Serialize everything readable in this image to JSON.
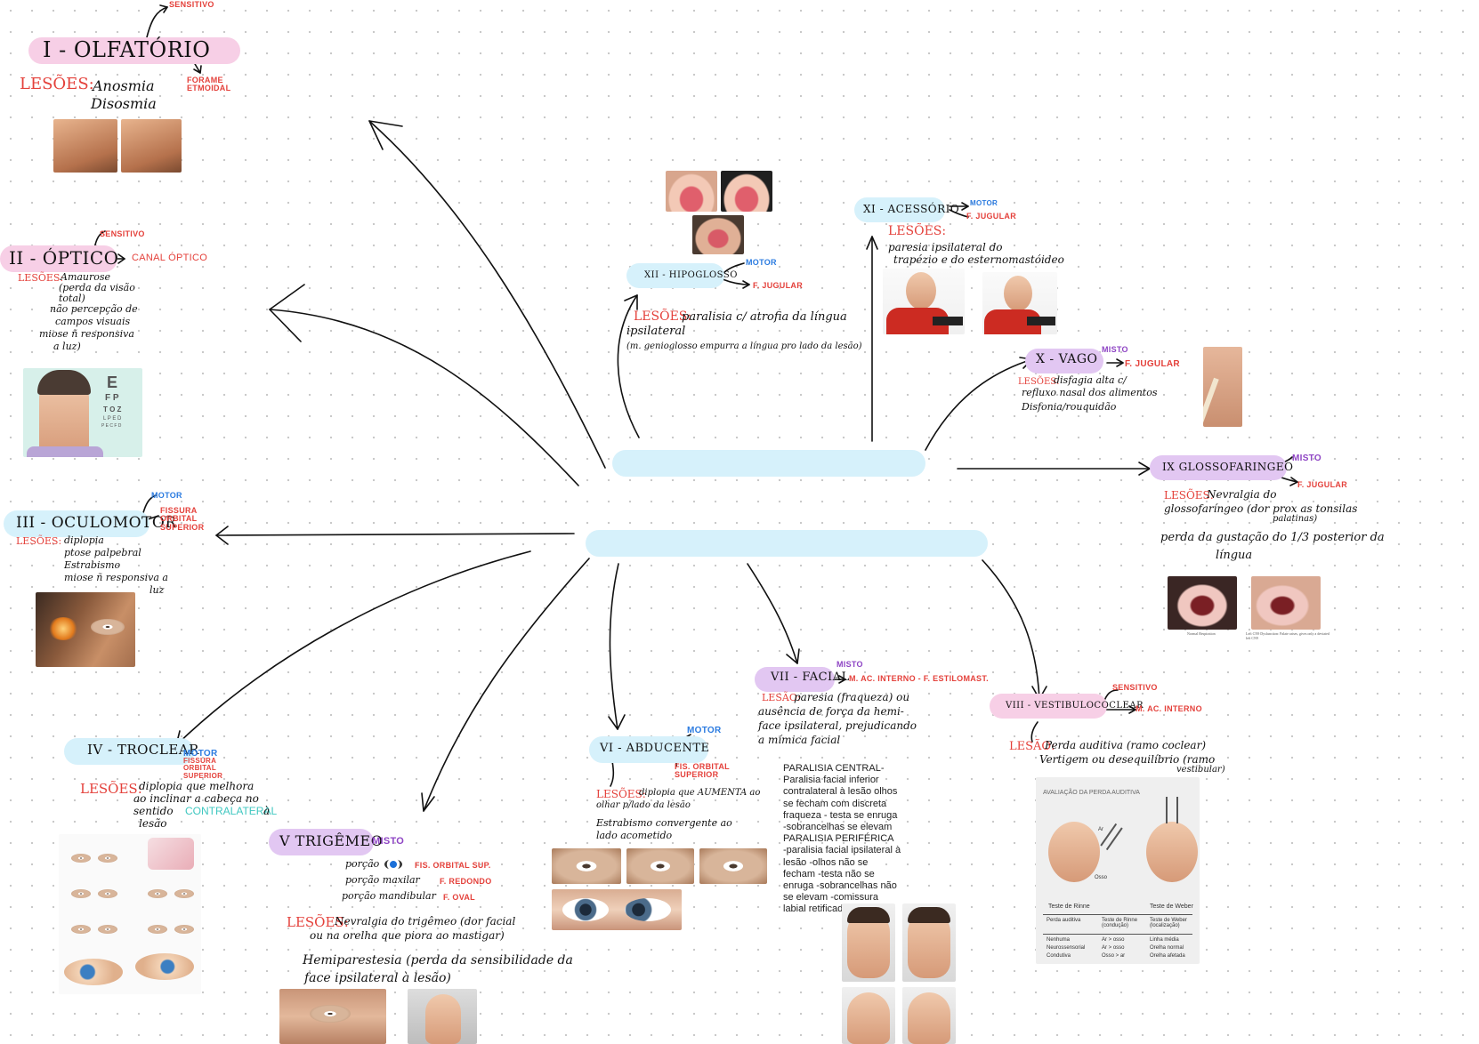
{
  "olfatorio": {
    "title": "I - OLFATÓRIO",
    "tipo": "SENSITIVO",
    "forame": "FORAME ETMOIDAL",
    "lesoes_label": "LESÕES:",
    "lesoes": [
      "Anosmia",
      "Disosmia"
    ]
  },
  "optico": {
    "title": "II - ÓPTICO",
    "tipo": "SENSITIVO",
    "forame": "CANAL ÓPTICO",
    "lesoes_label": "LESÕES:",
    "lesoes": [
      "Amaurose",
      "(perda da visão",
      "total)",
      "não percepção de",
      "campos visuais",
      "miose ñ responsiva",
      "a luz)"
    ],
    "chart_letters": "E",
    "chart_row2": "F P",
    "chart_row3": "T O Z",
    "chart_row4": "L P E D",
    "chart_row5": "P E C F D"
  },
  "oculomotor": {
    "title": "III - OCULOMOTOR",
    "tipo": "MOTOR",
    "forame": "FISSURA ORBITAL SUPERIOR",
    "lesoes_label": "LESÕES:",
    "lesoes": [
      "diplopia",
      "ptose palpebral",
      "Estrabismo",
      "miose ñ responsiva a",
      "luz"
    ]
  },
  "troclear": {
    "title": "IV - TROCLEAR",
    "tipo": "MOTOR",
    "forame": "FISSURA ORBITAL SUPERIOR",
    "lesoes_label": "LESÕES:",
    "lesoes_a": "diplopia que melhora",
    "lesoes_b": "ao inclinar a cabeça no",
    "lesoes_c": "sentido",
    "lesoes_highlight": "CONTRALATERAL",
    "lesoes_d": "à",
    "lesoes_e": "lesão"
  },
  "trigemeo": {
    "title": "V TRIGÊMEO",
    "tipo": "MISTO",
    "divisoes": [
      {
        "nome": "porção",
        "forame": "FIS. ORBITAL SUP."
      },
      {
        "nome": "porção maxilar",
        "forame": "F. REDONDO"
      },
      {
        "nome": "porção mandibular",
        "forame": "F. OVAL"
      }
    ],
    "lesoes_label": "LESÕES:",
    "lesoes": [
      "Nevralgia do trigêmeo (dor facial",
      "ou na orelha que piora ao mastigar)"
    ],
    "extra": [
      "Hemiparestesia (perda da sensibilidade da",
      "face ipsilateral à lesão)"
    ]
  },
  "abducente": {
    "title": "VI - ABDUCENTE",
    "tipo": "MOTOR",
    "forame": "FIS. ORBITAL SUPERIOR",
    "lesoes_label": "LESÕES:",
    "lesoes": [
      "diplopia que AUMENTA ao",
      "olhar p/lado da lesão"
    ],
    "extra": [
      "Estrabismo convergente ao",
      "lado acometido"
    ]
  },
  "facial": {
    "title": "VII - FACIAL",
    "tipo": "MISTO",
    "forame": "M. AC. INTERNO - F. ESTILOMAST.",
    "lesoes_label": "LESÃO:",
    "lesoes": [
      "paresia (fraqueza) ou",
      "ausência de força da hemi-",
      "face ipsilateral, prejudicando",
      "a mímica facial"
    ],
    "printed": "PARALISIA CENTRAL-\nParalisia facial inferior\ncontralateral à lesão olhos\nse fecham com discreta\nfraqueza - testa se enruga\n-sobrancelhas se elevam\nPARALISIA PERIFÉRICA\n-paralisia facial ipsilateral à\nlesão -olhos não se\nfecham -testa não se\nenruga -sobrancelhas não\nse elevam -comissura\nlabial retificada"
  },
  "vestibulococlear": {
    "title": "VIII - VESTIBULOCOCLEAR",
    "tipo": "SENSITIVO",
    "forame": "M. AC. INTERNO",
    "lesoes_label": "LESÃO:",
    "lesoes": [
      "Perda auditiva (ramo coclear)",
      "Vertigem ou desequilíbrio (ramo",
      "vestibular)"
    ],
    "chart": {
      "title": "AVALIAÇÃO DA PERDA AUDITIVA",
      "label_osso": "Osso",
      "label_ar": "Ar",
      "teste_rinne": "Teste de Rinne",
      "teste_weber": "Teste de Weber",
      "headers": [
        "Perda auditiva",
        "Teste de Rinne (condução)",
        "Teste de Weber (localização)"
      ],
      "rows": [
        [
          "Nenhuma",
          "Ar > osso",
          "Linha média"
        ],
        [
          "Neurossensorial",
          "Ar > osso",
          "Orelha normal"
        ],
        [
          "Condutiva",
          "Osso > ar",
          "Orelha afetada"
        ]
      ]
    }
  },
  "glossofaringeo": {
    "title": "IX GLOSSOFARINGEO",
    "tipo": "MISTO",
    "forame": "F. JUGULAR",
    "lesoes_label": "LESÕES:",
    "lesoes": [
      "Nevralgia do",
      "glossofaríngeo (dor prox as tonsilas",
      "palatinas)"
    ],
    "extra": [
      "perda da gustação do 1/3 posterior da",
      "língua"
    ],
    "caption_left": "Normal Respiration",
    "caption_right": "Left CN9 Dysfunction: Palate raises, gives only a deviated left CN9"
  },
  "vago": {
    "title": "X - VAGO",
    "tipo": "MISTO",
    "forame": "F. JUGULAR",
    "lesoes_label": "LESÕES:",
    "lesoes": [
      "disfagia alta c/",
      "refluxo nasal dos alimentos",
      "Disfonia/rouquidão"
    ]
  },
  "acessorio": {
    "title": "XI - ACESSÓRIO",
    "tipo": "MOTOR",
    "forame": "F. JUGULAR",
    "lesoes_label": "LESÕES:",
    "lesoes": [
      "paresia ipsilateral do",
      "trapézio e do esternomastóideo"
    ]
  },
  "hipoglosso": {
    "title": "XII - HIPOGLOSSO",
    "tipo": "MOTOR",
    "forame": "F. JUGULAR",
    "lesoes_label": "LESÕES:",
    "lesoes": [
      "paralisia c/ atrofia da língua",
      "ipsilateral"
    ],
    "extra": "(m. genioglosso empurra a língua pro lado da lesão)"
  },
  "colors": {
    "pink": "#f7cfe6",
    "blue": "#d6f1fb",
    "purple": "#e2c7f2",
    "red": "#e4413b",
    "motor_blue": "#2b7be0",
    "misto_purple": "#8e44c4",
    "teal": "#3fc7c0"
  }
}
